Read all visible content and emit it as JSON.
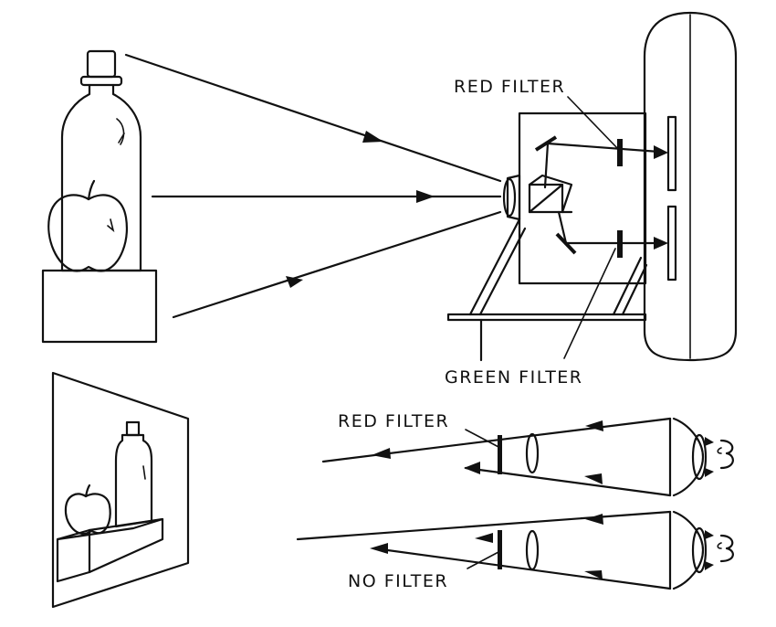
{
  "labels": {
    "red_filter_top": "RED FILTER",
    "green_filter": "GREEN FILTER",
    "red_filter_bottom": "RED FILTER",
    "no_filter": "NO FILTER"
  },
  "colors": {
    "ink": "#111111",
    "paper": "#ffffff"
  }
}
